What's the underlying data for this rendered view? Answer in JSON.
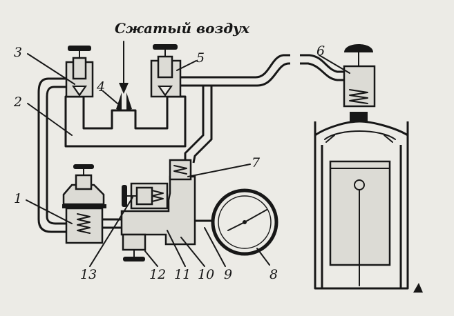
{
  "title": "Сжатый воздух",
  "labels": {
    "l1": "1",
    "l2": "2",
    "l3": "3",
    "l4": "4",
    "l5": "5",
    "l6": "6",
    "l7": "7",
    "l8": "8",
    "l9": "9",
    "l10": "10",
    "l11": "11",
    "l12": "12",
    "l13": "13"
  }
}
